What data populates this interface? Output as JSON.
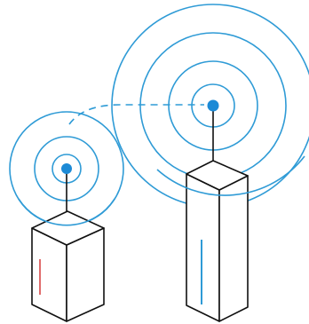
{
  "colors": {
    "background": "#ffffff",
    "outline": "#111111",
    "signal": "#2f9bd6",
    "signal_node": "#1c8ad6",
    "left_tower_accent": "#e06b6b",
    "right_tower_accent": "#2f9bd6"
  },
  "illustration": {
    "icon": "radio-towers-signal-icon",
    "towers": [
      {
        "id": "left",
        "icon": "antenna-tower-icon",
        "signal_rings": 3
      },
      {
        "id": "right",
        "icon": "antenna-tower-icon",
        "signal_rings": 4
      }
    ],
    "link": {
      "icon": "dashed-link-icon"
    }
  }
}
